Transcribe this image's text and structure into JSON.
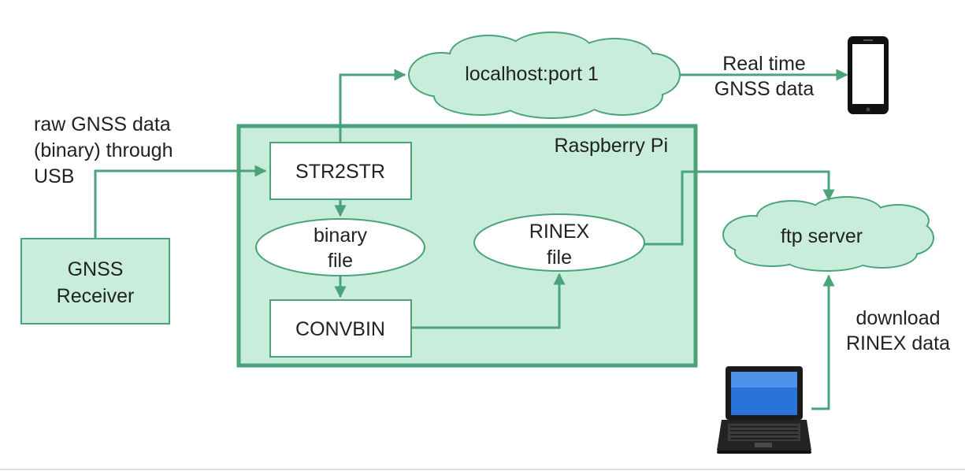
{
  "nodes": {
    "raspberry_pi": {
      "label": "Raspberry Pi"
    },
    "gnss_receiver": {
      "lines": [
        "GNSS",
        "Receiver"
      ]
    },
    "str2str": {
      "label": "STR2STR"
    },
    "binary_file": {
      "lines": [
        "binary",
        "file"
      ]
    },
    "convbin": {
      "label": "CONVBIN"
    },
    "rinex_file": {
      "lines": [
        "RINEX",
        "file"
      ]
    },
    "localhost": {
      "label": "localhost:port 1"
    },
    "ftp_server": {
      "label": "ftp server"
    }
  },
  "edge_labels": {
    "raw_gnss": [
      "raw GNSS data",
      "(binary) through",
      "USB"
    ],
    "real_time": [
      "Real time",
      "GNSS data"
    ],
    "download": [
      "download",
      "RINEX data"
    ]
  },
  "devices": {
    "phone": "smartphone-icon",
    "laptop": "laptop-icon"
  },
  "colors": {
    "accent": "#4aa37a",
    "fill": "#c8eedb",
    "text": "#222222"
  }
}
